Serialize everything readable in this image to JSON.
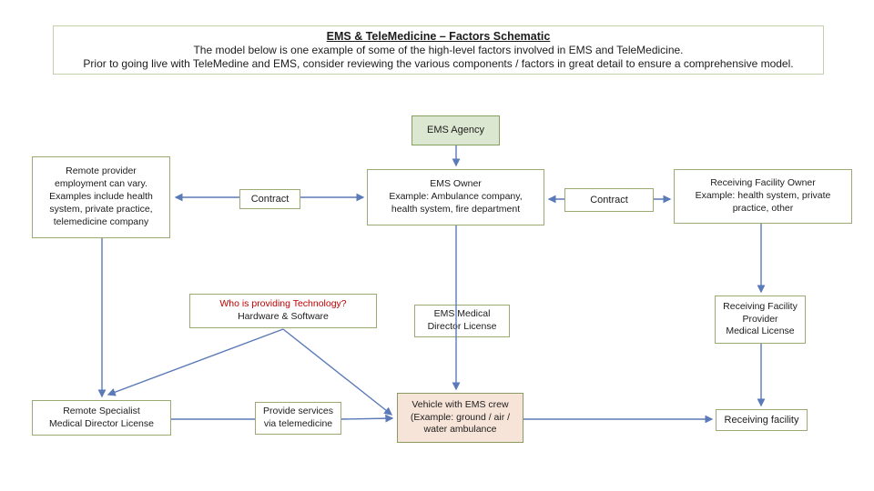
{
  "header": {
    "title": "EMS & TeleMedicine – Factors Schematic",
    "subtitle1": "The model below is one example of some of the high-level factors involved in EMS and TeleMedicine.",
    "subtitle2": "Prior to going live with TeleMedine and EMS, consider reviewing the various components / factors in great detail to ensure a comprehensive model."
  },
  "nodes": {
    "ems_agency": {
      "label": "EMS Agency"
    },
    "remote_provider": {
      "label": "Remote provider\nemployment can vary.\nExamples include health\nsystem, private practice,\ntelemedicine company"
    },
    "contract_left": {
      "label": "Contract"
    },
    "ems_owner": {
      "label": "EMS Owner\nExample:  Ambulance company,\nhealth system, fire department"
    },
    "contract_right": {
      "label": "Contract"
    },
    "receiving_facility_owner": {
      "label": "Receiving Facility Owner\nExample: health system, private\npractice, other"
    },
    "technology": {
      "question": "Who is providing Technology?",
      "subtitle": "Hardware & Software"
    },
    "ems_medical_license": {
      "label": "EMS Medical\nDirector License"
    },
    "rf_provider_license": {
      "label": "Receiving Facility\nProvider\nMedical License"
    },
    "remote_specialist": {
      "label": "Remote Specialist\nMedical Director License"
    },
    "provide_services": {
      "label": "Provide services\nvia telemedicine"
    },
    "vehicle": {
      "label": "Vehicle with EMS crew\n(Example: ground / air /\nwater ambulance"
    },
    "receiving_facility": {
      "label": "Receiving facility"
    }
  },
  "colors": {
    "connector_blue": "#5b7ab8",
    "olive_border": "#9aaa72",
    "green_fill": "#dbe7d0",
    "green_border": "#86a05f",
    "peach_fill": "#f7e4d8",
    "title_border": "#c3d1ad",
    "red_text": "#c00000",
    "text": "#1c1c1c"
  }
}
